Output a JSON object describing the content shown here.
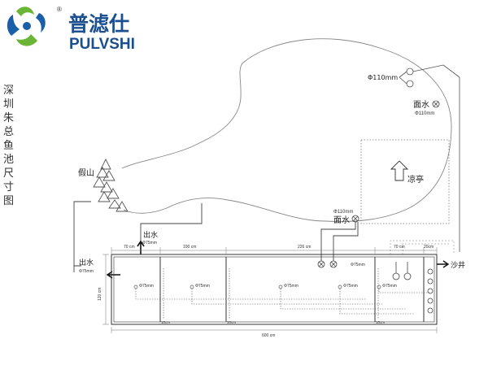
{
  "brand": {
    "name_cn": "普滤仕",
    "name_en": "PULVSHI",
    "registered_mark": "®",
    "colors": {
      "blue": "#1a5fa8",
      "green": "#6bb536",
      "text": "#1b4f8f"
    }
  },
  "title_vertical": "深圳朱总鱼池尺寸图",
  "pond_labels": {
    "pipe_top": "Φ110mm",
    "surface_water_top": "面水",
    "surface_water_top_size": "Φ110mm",
    "pavilion": "凉亭",
    "rockery": "假山",
    "surface_water_bottom_size": "Φ110mm",
    "surface_water_bottom": "面水"
  },
  "filter_labels": {
    "outlet_top": "出水",
    "outlet_top_size": "Φ75mm",
    "outlet_left": "出水",
    "outlet_left_size": "Φ75mm",
    "dim_70_left": "70 cm",
    "dim_100": "100 cm",
    "dim_226": "226 cm",
    "dim_70_right": "70 cm",
    "dim_20": "20cm",
    "pipe_75_a": "Φ75mm",
    "pipe_75_b": "Φ75mm",
    "pipe_75_c": "Φ75mm",
    "pipe_75_d": "Φ75mm",
    "pipe_75_e": "Φ75mm",
    "pipe_75_f": "Φ75mm",
    "gap_10_a": "10cm",
    "gap_10_b": "10cm",
    "gap_10_c": "10cm",
    "height_120": "120 cm",
    "total_600": "600 cm",
    "drain": "沙井"
  }
}
